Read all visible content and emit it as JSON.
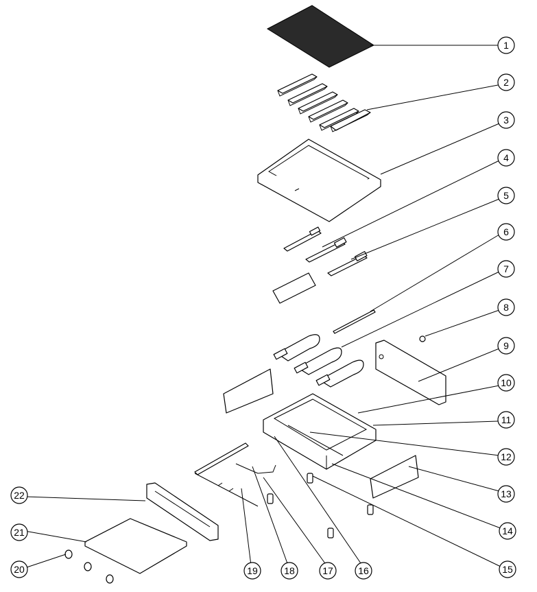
{
  "callouts": [
    {
      "number": "1"
    },
    {
      "number": "2"
    },
    {
      "number": "3"
    },
    {
      "number": "4"
    },
    {
      "number": "5"
    },
    {
      "number": "6"
    },
    {
      "number": "7"
    },
    {
      "number": "8"
    },
    {
      "number": "9"
    },
    {
      "number": "10"
    },
    {
      "number": "11"
    },
    {
      "number": "12"
    },
    {
      "number": "13"
    },
    {
      "number": "14"
    },
    {
      "number": "15"
    },
    {
      "number": "16"
    },
    {
      "number": "17"
    },
    {
      "number": "18"
    },
    {
      "number": "19"
    },
    {
      "number": "20"
    },
    {
      "number": "21"
    },
    {
      "number": "22"
    }
  ]
}
